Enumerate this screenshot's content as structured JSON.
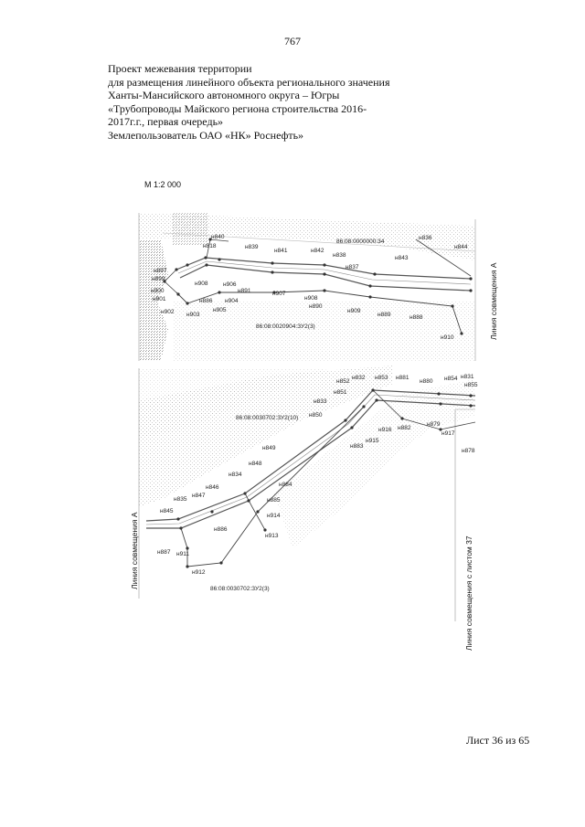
{
  "page_number": "767",
  "header_lines": [
    "Проект межевания территории",
    "для размещения линейного объекта регионального значения",
    "Ханты-Мансийского автономного округа – Югры",
    "«Трубопроводы Майского региона строительства 2016-",
    "2017г.г., первая очередь»",
    "Землепользователь ОАО «НК» Роснефть»"
  ],
  "map": {
    "scale": "М 1:2 000",
    "top_fragment": {
      "cadastral_labels": [
        "86:08:0020904:ЗУ2(3)",
        "86:08:0000000:34"
      ],
      "points": [
        "н840",
        "н818",
        "н839",
        "н841",
        "н842",
        "н838",
        "н836",
        "н844",
        "н897",
        "н899",
        "н900",
        "н901",
        "н902",
        "н903",
        "н905",
        "н906",
        "н886",
        "н904",
        "н908",
        "н891",
        "н907",
        "н908",
        "н890",
        "н837",
        "н843",
        "н909",
        "н889",
        "н888",
        "н910"
      ],
      "vertical_label": "Линия совмещения А"
    },
    "bottom_fragment": {
      "cadastral_labels": [
        "86:08:0030702:ЗУ2(10)",
        "86:08:0030702:ЗУ2(3)"
      ],
      "points": [
        "н852",
        "н832",
        "н853",
        "н881",
        "н880",
        "н854",
        "н831",
        "н855",
        "н851",
        "н833",
        "н850",
        "н916",
        "н882",
        "н879",
        "н917",
        "н878",
        "н883",
        "н915",
        "н849",
        "н848",
        "н834",
        "н884",
        "н846",
        "н847",
        "н885",
        "н835",
        "н914",
        "н845",
        "н886",
        "н913",
        "н887",
        "н911",
        "н912"
      ],
      "vertical_label_left": "Линия совмещения А",
      "vertical_label_right": "Линия совмещения с листом 37"
    }
  },
  "sheet_label": "Лист 36 из 65"
}
